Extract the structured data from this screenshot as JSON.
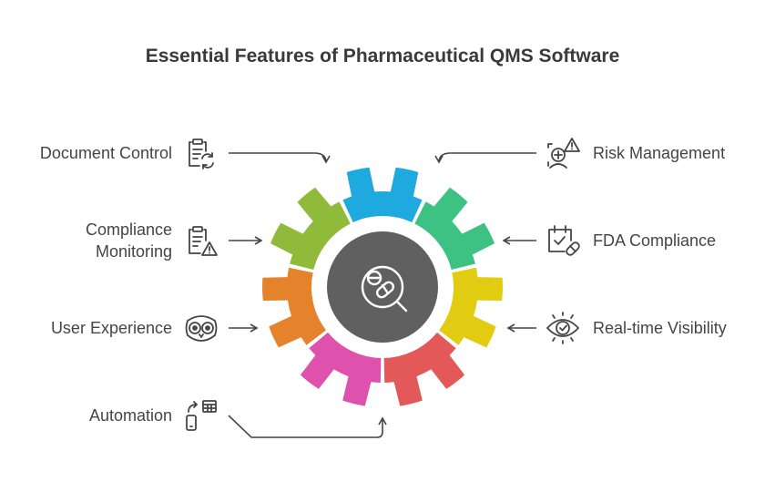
{
  "title": "Essential Features of Pharmaceutical QMS Software",
  "features": {
    "document_control": "Document Control",
    "compliance_monitoring_line1": "Compliance",
    "compliance_monitoring_line2": "Monitoring",
    "user_experience": "User Experience",
    "automation": "Automation",
    "risk_management": "Risk Management",
    "fda_compliance": "FDA Compliance",
    "realtime_visibility": "Real-time Visibility"
  },
  "colors": {
    "blue": "#1eaadf",
    "green": "#3dc283",
    "yellow": "#e2cc12",
    "red": "#e35858",
    "pink": "#de52ae",
    "orange": "#e5832c",
    "lime": "#90bb3a",
    "center": "#606060",
    "text": "#454545"
  },
  "icons": [
    "clipboard-refresh-icon",
    "clipboard-warning-icon",
    "owl-face-icon",
    "automation-device-icon",
    "risk-person-icon",
    "calendar-pill-icon",
    "eye-check-icon",
    "pill-magnifier-icon"
  ]
}
